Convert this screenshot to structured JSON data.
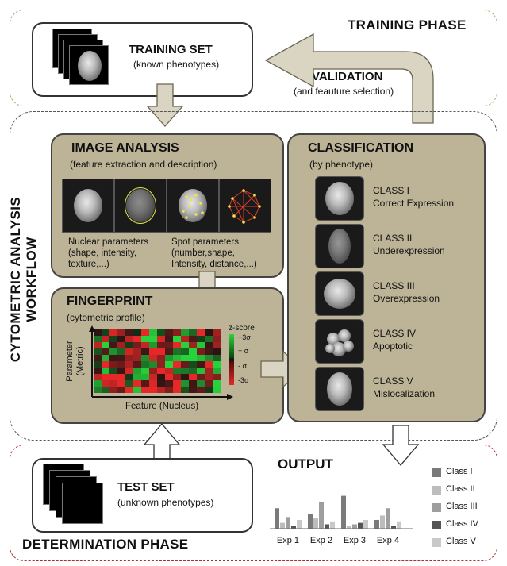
{
  "training_phase": {
    "title": "TRAINING PHASE"
  },
  "training_set": {
    "title": "TRAINING SET",
    "subtitle": "(known phenotypes)"
  },
  "validation": {
    "title": "VALIDATION",
    "subtitle": "(and feauture selection)"
  },
  "workflow": {
    "title": "CYTOMETRIC ANALYSIS WORKFLOW"
  },
  "image_analysis": {
    "title": "IMAGE ANALYSIS",
    "subtitle": "(feature extraction and description)",
    "nuclear_line1": "Nuclear parameters",
    "nuclear_line2": "(shape, intensity,",
    "nuclear_line3": "texture,...)",
    "spot_line1": "Spot parameters",
    "spot_line2": "(number,shape,",
    "spot_line3": "Intensity, distance,...)"
  },
  "fingerprint": {
    "title": "FINGERPRINT",
    "subtitle": "(cytometric profile)",
    "y_label_1": "Parameter",
    "y_label_2": "(Metric)",
    "x_label": "Feature (Nucleus)",
    "scale_title": "z-score",
    "scale_ticks": [
      "+3σ",
      "+ σ",
      "- σ",
      "-3σ"
    ]
  },
  "classification": {
    "title": "CLASSIFICATION",
    "subtitle": "(by phenotype)",
    "classes": [
      {
        "line1": "CLASS I",
        "line2": "Correct Expression"
      },
      {
        "line1": "CLASS II",
        "line2": "Underexpression"
      },
      {
        "line1": "CLASS III",
        "line2": "Overexpression"
      },
      {
        "line1": "CLASS IV",
        "line2": "Apoptotic"
      },
      {
        "line1": "CLASS V",
        "line2": "Mislocalization"
      }
    ]
  },
  "test_set": {
    "title": "TEST SET",
    "subtitle": "(unknown phenotypes)"
  },
  "determination_phase": {
    "title": "DETERMINATION PHASE"
  },
  "output": {
    "title": "OUTPUT"
  },
  "chart_data": {
    "type": "bar",
    "categories": [
      "Exp 1",
      "Exp 2",
      "Exp 3",
      "Exp 4"
    ],
    "series": [
      {
        "name": "Class I",
        "color": "#7a7a7a",
        "values": [
          28,
          20,
          45,
          12
        ]
      },
      {
        "name": "Class II",
        "color": "#bdbdbd",
        "values": [
          8,
          14,
          4,
          18
        ]
      },
      {
        "name": "Class III",
        "color": "#9e9e9e",
        "values": [
          16,
          36,
          6,
          28
        ]
      },
      {
        "name": "Class IV",
        "color": "#555555",
        "values": [
          4,
          6,
          8,
          4
        ]
      },
      {
        "name": "Class V",
        "color": "#c9c9c9",
        "values": [
          12,
          10,
          12,
          10
        ]
      }
    ],
    "ylim": [
      0,
      50
    ]
  }
}
